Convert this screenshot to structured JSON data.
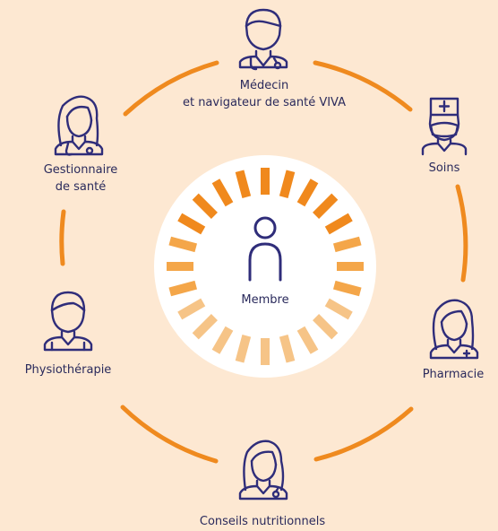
{
  "colors": {
    "background": "#fde8d2",
    "arc": "#ef8a1f",
    "icon_stroke": "#2f2d7a",
    "label_text": "#2a2a5c",
    "rays_dark": "#f0891d",
    "rays_mid": "#f4a649",
    "rays_light": "#f6c487",
    "center_circle": "#ffffff"
  },
  "center": {
    "label": "Membre",
    "icon": "person-outline-icon"
  },
  "nodes": [
    {
      "id": "medecin",
      "lines": [
        "Médecin",
        "et navigateur de santé VIVA"
      ],
      "icon": "doctor-stethoscope-icon"
    },
    {
      "id": "soins",
      "lines": [
        "Soins"
      ],
      "icon": "nurse-mask-icon"
    },
    {
      "id": "pharmacie",
      "lines": [
        "Pharmacie"
      ],
      "icon": "pharmacist-woman-icon"
    },
    {
      "id": "conseils",
      "lines": [
        "Conseils nutritionnels"
      ],
      "icon": "nutritionist-woman-icon"
    },
    {
      "id": "physio",
      "lines": [
        "Physiothérapie"
      ],
      "icon": "physiotherapist-man-icon"
    },
    {
      "id": "gestionnaire",
      "lines": [
        "Gestionnaire",
        "de santé"
      ],
      "icon": "health-manager-woman-icon"
    }
  ]
}
